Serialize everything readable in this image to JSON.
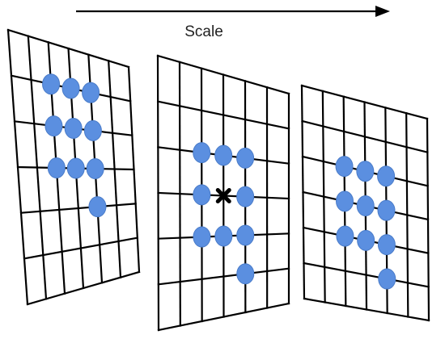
{
  "axis": {
    "label": "Scale",
    "arrow_color": "#000000"
  },
  "colors": {
    "grid_line": "#000000",
    "dot_fill": "#5b8fe0",
    "dot_stroke": "#4a7cc9",
    "center_marker": "#000000"
  },
  "icons": {
    "center_marker": "cross-icon"
  },
  "layers": [
    {
      "id": "layer-1",
      "grid_cells": 6,
      "center_marker": false,
      "dots": [
        [
          2,
          1
        ],
        [
          3,
          1
        ],
        [
          4,
          1
        ],
        [
          2,
          2
        ],
        [
          3,
          2
        ],
        [
          4,
          2
        ],
        [
          2,
          3
        ],
        [
          3,
          3
        ],
        [
          4,
          3
        ],
        [
          4,
          4
        ]
      ]
    },
    {
      "id": "layer-2",
      "grid_cells": 6,
      "center_marker": true,
      "dots": [
        [
          2,
          2
        ],
        [
          3,
          2
        ],
        [
          4,
          2
        ],
        [
          2,
          3
        ],
        [
          4,
          3
        ],
        [
          2,
          4
        ],
        [
          3,
          4
        ],
        [
          4,
          4
        ],
        [
          4,
          5
        ]
      ]
    },
    {
      "id": "layer-3",
      "grid_cells": 6,
      "center_marker": false,
      "dots": [
        [
          2,
          2
        ],
        [
          3,
          2
        ],
        [
          4,
          2
        ],
        [
          2,
          3
        ],
        [
          3,
          3
        ],
        [
          4,
          3
        ],
        [
          2,
          4
        ],
        [
          3,
          4
        ],
        [
          4,
          4
        ],
        [
          4,
          5
        ]
      ]
    }
  ]
}
